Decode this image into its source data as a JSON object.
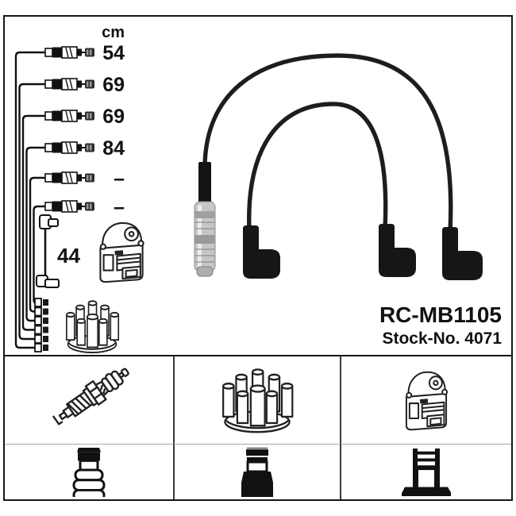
{
  "product": {
    "part_number": "RC-MB1105",
    "stock_line": "Stock-No. 4071"
  },
  "cable_table": {
    "unit_label": "cm",
    "rows": [
      {
        "length": "54"
      },
      {
        "length": "69"
      },
      {
        "length": "69"
      },
      {
        "length": "84"
      },
      {
        "length": "–"
      },
      {
        "length": "–"
      }
    ],
    "coil_wire_length": "44"
  },
  "legend": {
    "cells": [
      {
        "icon": "spark-plug"
      },
      {
        "icon": "distributor-cap"
      },
      {
        "icon": "ignition-coil"
      },
      {
        "icon": "plug-terminal-connector"
      },
      {
        "icon": "plug-boot-connector"
      },
      {
        "icon": "coil-terminal-connector"
      }
    ]
  },
  "colors": {
    "line": "#1a1a1a",
    "cable": "#1d1d1d",
    "metal_connector": "#c6c6c6",
    "border": "#161616"
  }
}
